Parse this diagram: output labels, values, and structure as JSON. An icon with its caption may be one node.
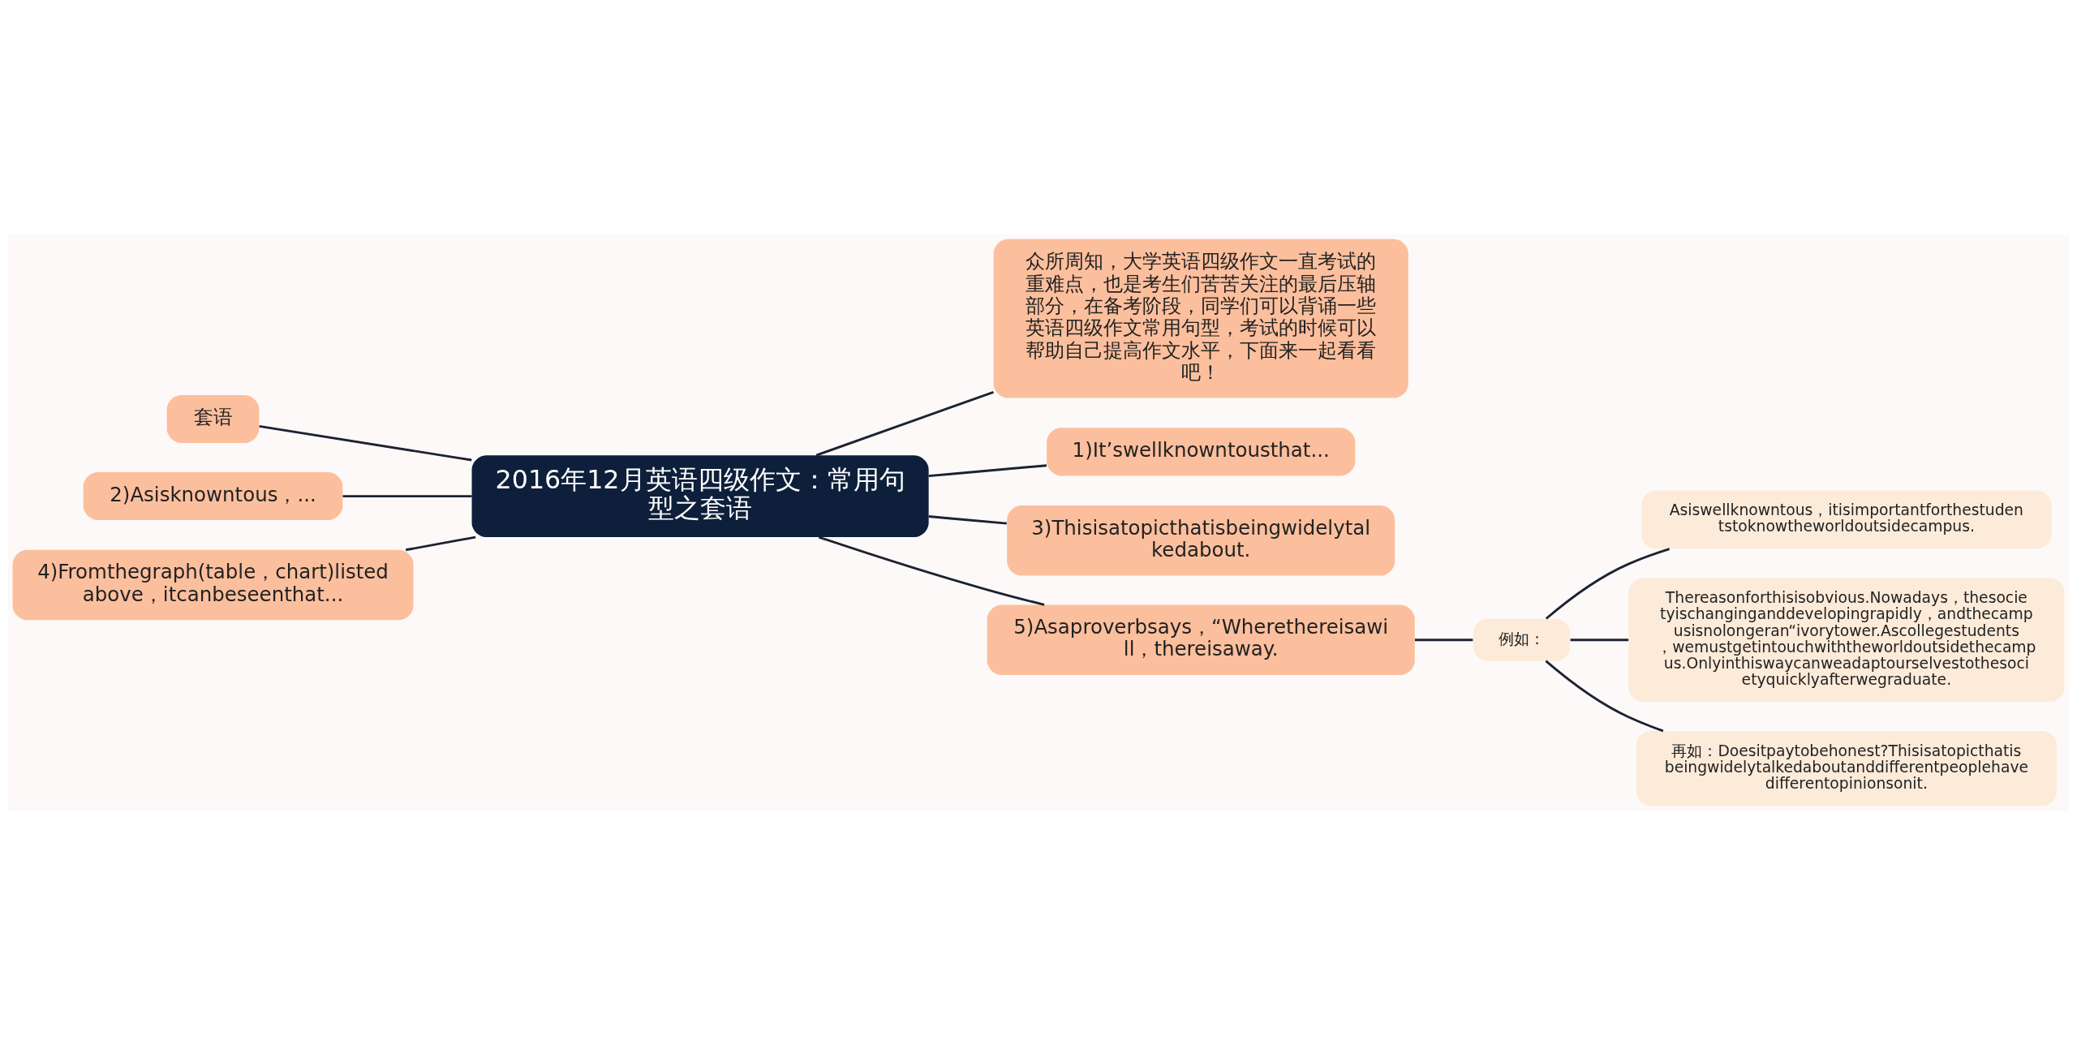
{
  "diagram": {
    "nodes": [
      {
        "text": [
          "2016年12月英语四级作文：常用句型之套语"
        ]
      },
      {
        "text": [
          "众所周知，大学英语四级作文一直考试的重难点，也是考生们苦苦关注的最后压轴部分，在备考阶段，同学们可以背诵一些英语四级作文常用句型，考试的时候可以帮助自己提高作文水平，下面来一起看看吧！"
        ]
      },
      {
        "text": [
          "套语"
        ]
      },
      {
        "text": [
          "1)It’swellknowntousthat..."
        ]
      },
      {
        "text": [
          "2)Asisknowntous，..."
        ]
      },
      {
        "text": [
          "3)Thisisatopicthatisbeingwidelytalkedabout."
        ]
      },
      {
        "text": [
          "4)Fromthegraph(table，chart)listedabove，itcanbeseenthat..."
        ]
      },
      {
        "text": [
          "5)Asaproverbsays，“Wherethereisawill，thereisaway."
        ]
      },
      {
        "text": [
          "例如："
        ]
      },
      {
        "text": [
          "Asiswellknowntous，itisimportantforthestudentstoknowtheworldoutsidecampus."
        ]
      },
      {
        "text": [
          "Thereasonforthisisobvious.Nowadays，thesocietyischanginganddevelopingrapidly，andthecampusisnolongeran“ivorytower.Ascollegestudents，wemustgetintouchwiththeworldoutsidethecampus.Onlyinthiswaycanweadaptourselvestothesocietyquicklyafterwegraduate."
        ]
      },
      {
        "text": [
          "再如：Doesitpaytobehonest?Thisisatopicthatisbeingwidelytalkedaboutanddifferentpeoplehavedifferentopinionsonit."
        ]
      }
    ],
    "edges": [
      {
        "from": 0,
        "to": 1,
        "arrow": "none"
      },
      {
        "from": 0,
        "to": 2,
        "arrow": "none"
      },
      {
        "from": 0,
        "to": 3,
        "arrow": "none"
      },
      {
        "from": 0,
        "to": 4,
        "arrow": "none"
      },
      {
        "from": 0,
        "to": 5,
        "arrow": "none"
      },
      {
        "from": 0,
        "to": 6,
        "arrow": "none"
      },
      {
        "from": 0,
        "to": 7,
        "arrow": "none"
      },
      {
        "from": 7,
        "to": 8,
        "arrow": "none"
      },
      {
        "from": 8,
        "to": 9,
        "arrow": "none"
      },
      {
        "from": 8,
        "to": 10,
        "arrow": "none"
      },
      {
        "from": 8,
        "to": 11,
        "arrow": "none"
      }
    ]
  }
}
